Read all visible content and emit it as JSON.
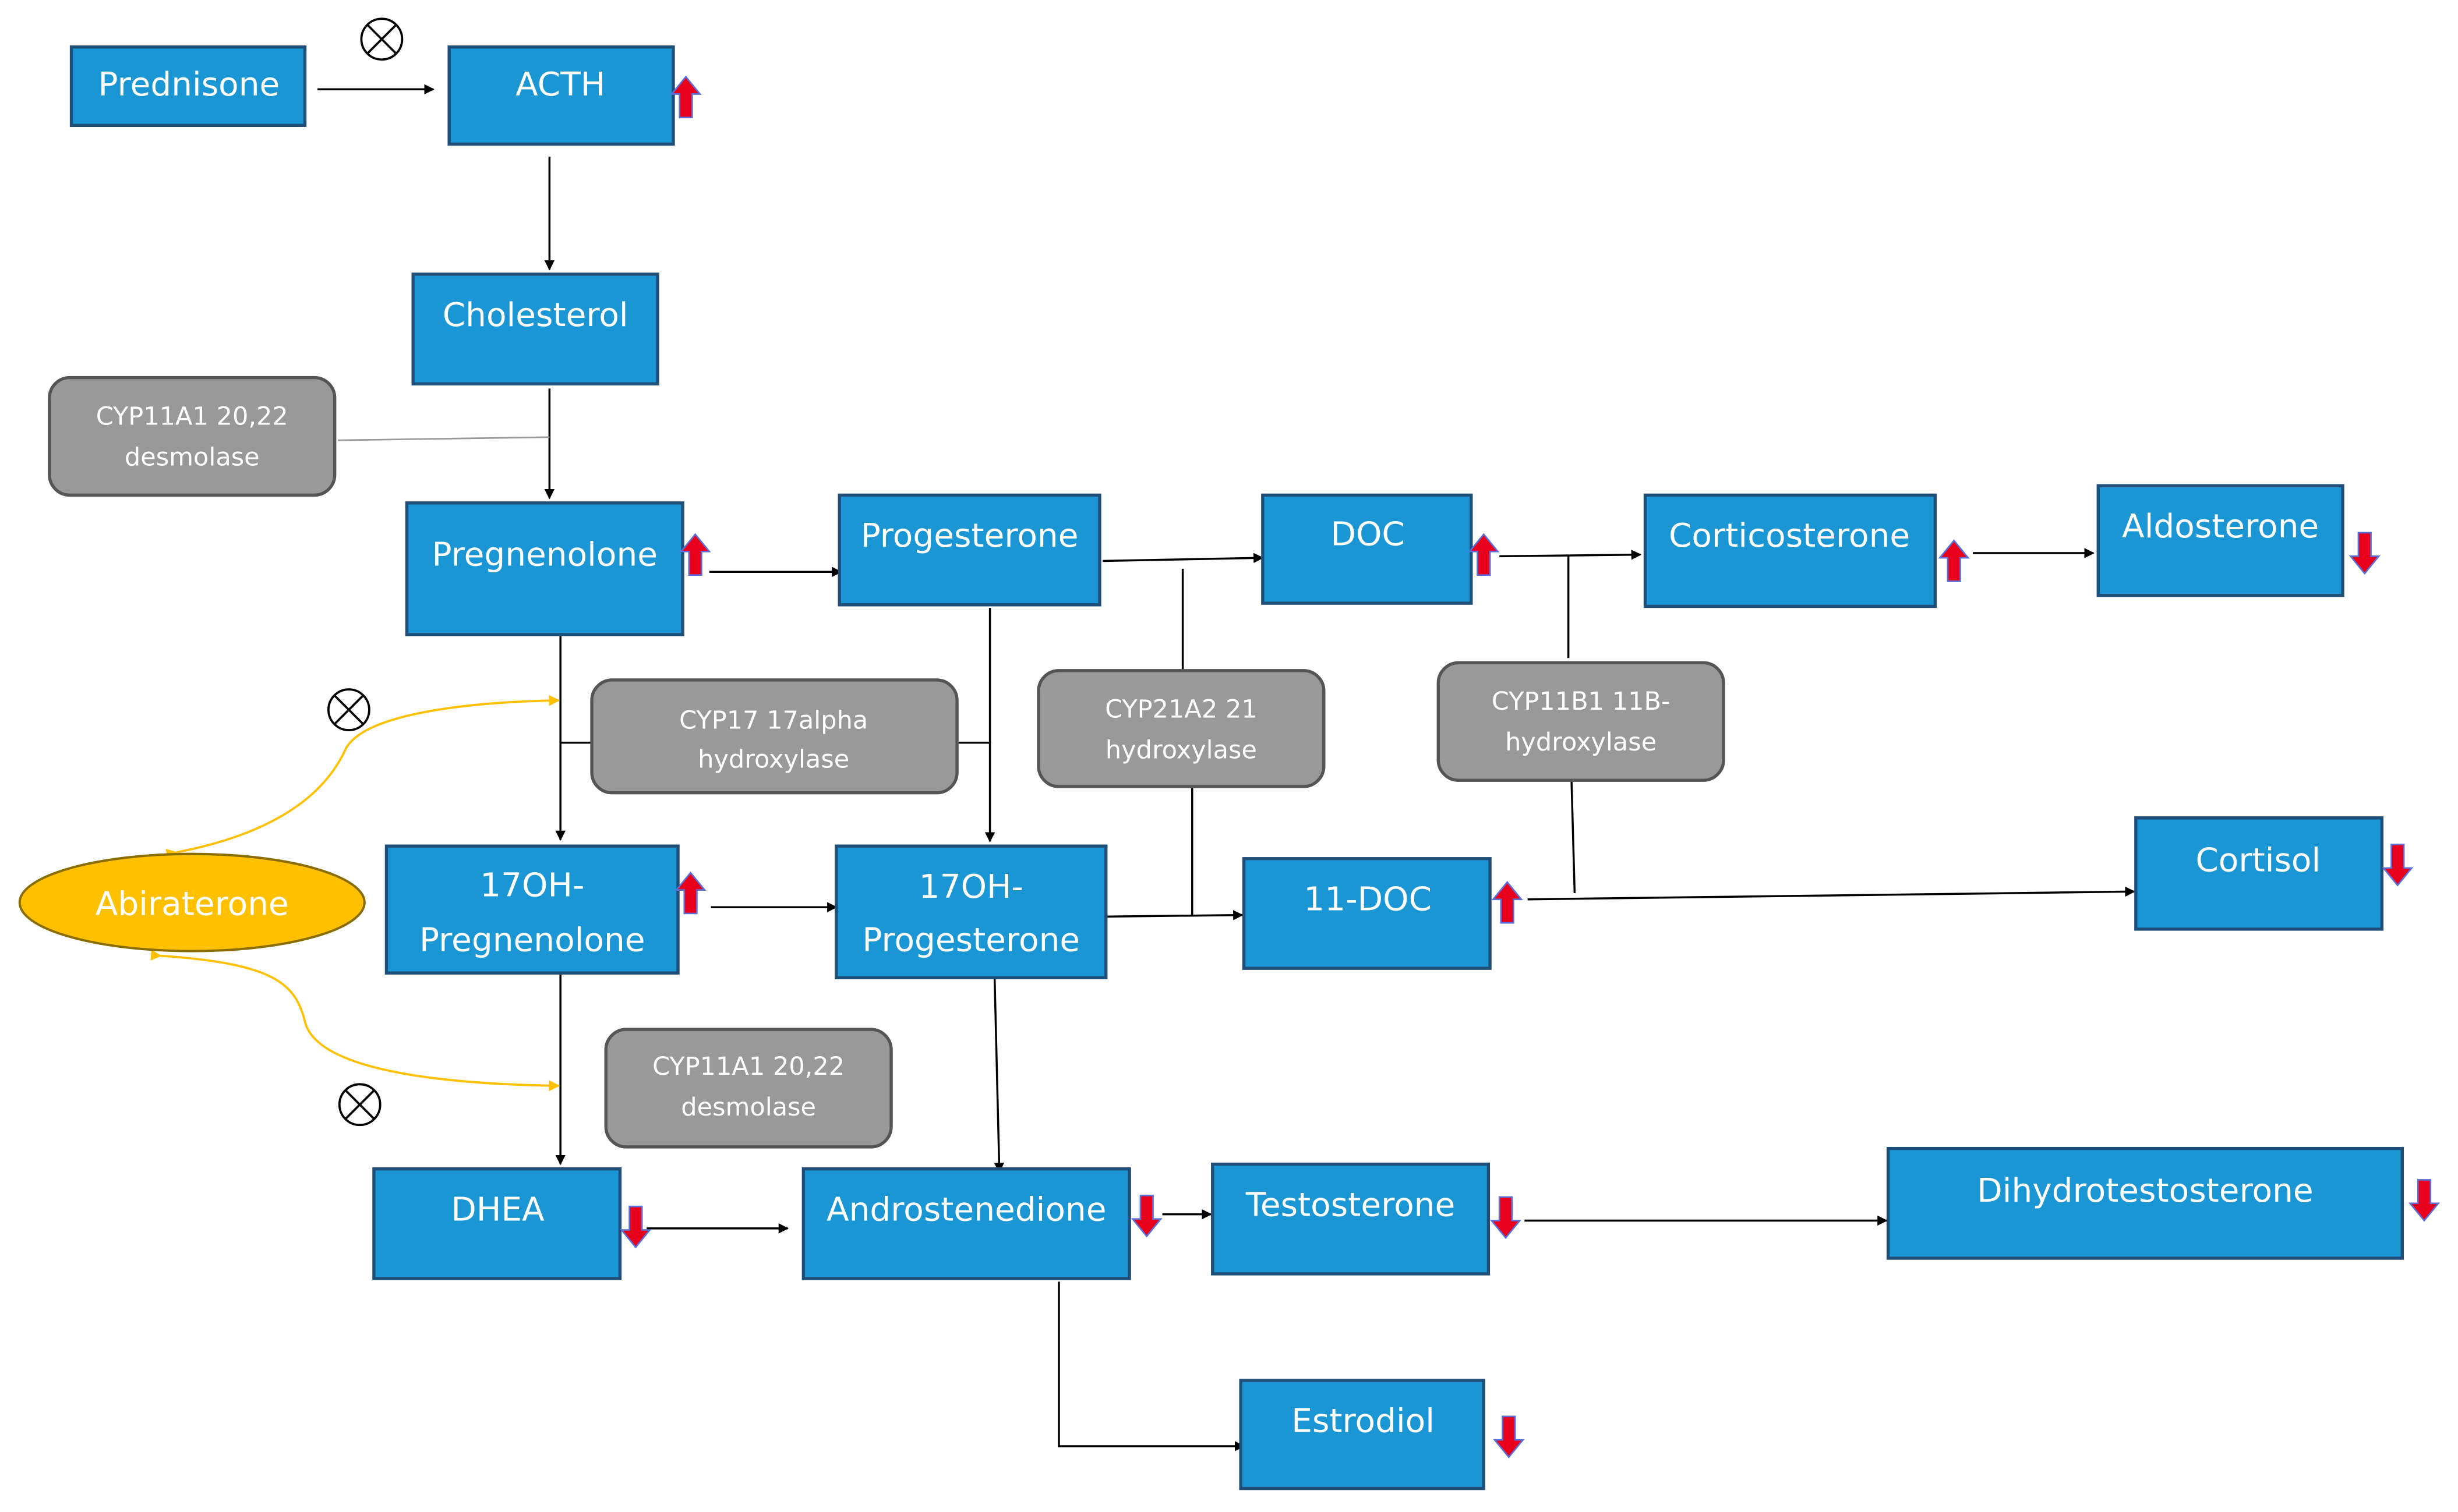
{
  "nodes": {
    "prednisone": "Prednisone",
    "acth": "ACTH",
    "cholesterol": "Cholesterol",
    "pregnenolone": "Pregnenolone",
    "progesterone": "Progesterone",
    "doc": "DOC",
    "corticosterone": "Corticosterone",
    "aldosterone": "Aldosterone",
    "oh17_preg_line1": "17OH-",
    "oh17_preg_line2": "Pregnenolone",
    "oh17_prog_line1": "17OH-",
    "oh17_prog_line2": "Progesterone",
    "doc11": "11-DOC",
    "cortisol": "Cortisol",
    "dhea": "DHEA",
    "androstenedione": "Androstenedione",
    "testosterone": "Testosterone",
    "dihydrotestosterone": "Dihydrotestosterone",
    "estrodiol": "Estrodiol"
  },
  "enzymes": {
    "cyp11a1_top_line1": "CYP11A1 20,22",
    "cyp11a1_top_line2": "desmolase",
    "cyp17_line1": "CYP17 17alpha",
    "cyp17_line2": "hydroxylase",
    "cyp21a2_line1": "CYP21A2 21",
    "cyp21a2_line2": "hydroxylase",
    "cyp11b1_line1": "CYP11B1 11B-",
    "cyp11b1_line2": "hydroxylase",
    "cyp11a1_bottom_line1": "CYP11A1 20,22",
    "cyp11a1_bottom_line2": "desmolase"
  },
  "inhibitor": {
    "abiraterone": "Abiraterone"
  },
  "colors": {
    "node_fill": "#1a96d4",
    "node_border": "#1f4e79",
    "enzyme_fill": "#999999",
    "enzyme_border": "#555555",
    "inhibitor_fill": "#ffc000",
    "inhibitor_curve": "#ffc000",
    "up_arrow": "#e8001c",
    "down_arrow": "#e8001c"
  },
  "levels": {
    "acth": "up",
    "pregnenolone": "up",
    "doc": "up",
    "corticosterone": "up",
    "aldosterone": "down",
    "oh17_pregnenolone": "up",
    "doc11": "up",
    "cortisol": "down",
    "dhea": "down",
    "androstenedione": "down",
    "testosterone": "down",
    "dihydrotestosterone": "down",
    "estrodiol": "down"
  }
}
